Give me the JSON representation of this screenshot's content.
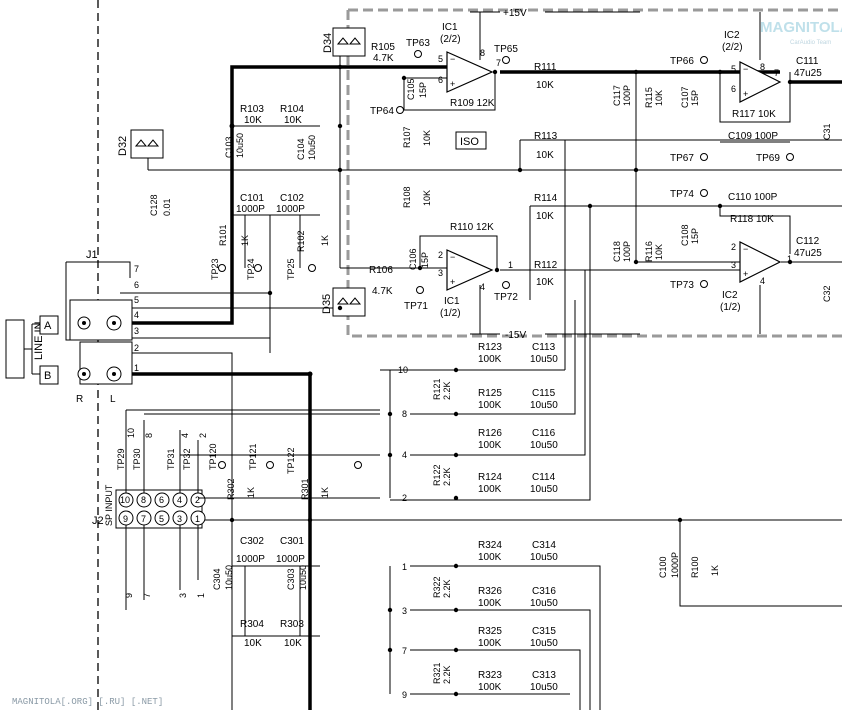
{
  "supply": {
    "pos": "+15V",
    "neg": "-15V"
  },
  "watermark": {
    "logo": "MAGNITOLA",
    "sub": "CarAudio Team",
    "footer": "MAGNITOLA[.ORG] [.RU] [.NET]"
  },
  "ic": {
    "ic1_top": [
      "IC1",
      "(2/2)"
    ],
    "ic1_bot": [
      "IC1",
      "(1/2)"
    ],
    "ic2_top": [
      "IC2",
      "(2/2)"
    ],
    "ic2_bot": [
      "IC2",
      "(1/2)"
    ],
    "pins": {
      "p5": "5",
      "p6": "6",
      "p7": "7",
      "p8": "8",
      "p2": "2",
      "p3": "3",
      "p1": "1",
      "p4": "4"
    }
  },
  "diodes": [
    "D34",
    "D32",
    "D35"
  ],
  "connectors": {
    "j1": "J1",
    "line_in": "LINE IN",
    "a": "A",
    "b": "B",
    "r": "R",
    "l": "L",
    "j1_pins": [
      "7",
      "6",
      "5",
      "4",
      "3",
      "2",
      "1"
    ],
    "j2": "J2",
    "sp_input": "SP INPUT",
    "j2_top": [
      "10",
      "8",
      "6",
      "4",
      "2"
    ],
    "j2_bot": [
      "9",
      "7",
      "5",
      "3",
      "1"
    ],
    "j2_top_lines": [
      "10",
      "8",
      "4",
      "2"
    ],
    "j2_bot_lines": [
      "9",
      "7",
      "3",
      "1"
    ]
  },
  "iso_label": "ISO",
  "components": {
    "R105": [
      "R105",
      "4.7K"
    ],
    "R106": [
      "R106",
      "4.7K"
    ],
    "R103": [
      "R103",
      "10K"
    ],
    "R104": [
      "R104",
      "10K"
    ],
    "C103": [
      "C103",
      "10u50"
    ],
    "C104": [
      "C104",
      "10u50"
    ],
    "C101": [
      "C101",
      "1000P"
    ],
    "C102": [
      "C102",
      "1000P"
    ],
    "R101": [
      "R101",
      "1K"
    ],
    "R102": [
      "R102",
      "1K"
    ],
    "C128": [
      "C128",
      "0.01"
    ],
    "C105": [
      "C105",
      "15P"
    ],
    "C106": [
      "C106",
      "15P"
    ],
    "R109": [
      "R109 12K"
    ],
    "R110": [
      "R110 12K"
    ],
    "R107": [
      "R107",
      "10K"
    ],
    "R108": [
      "R108",
      "10K"
    ],
    "R111": [
      "R111",
      "10K"
    ],
    "R112": [
      "R112",
      "10K"
    ],
    "R113": [
      "R113",
      "10K"
    ],
    "R114": [
      "R114",
      "10K"
    ],
    "C117": [
      "C117",
      "100P"
    ],
    "C118": [
      "C118",
      "100P"
    ],
    "R115": [
      "R115",
      "10K"
    ],
    "R116": [
      "R116",
      "10K"
    ],
    "C107": [
      "C107",
      "15P"
    ],
    "C108": [
      "C108",
      "15P"
    ],
    "R117": [
      "R117 10K"
    ],
    "R118": [
      "R118 10K"
    ],
    "C109": [
      "C109 100P"
    ],
    "C110": [
      "C110 100P"
    ],
    "C111": [
      "C111",
      "47u25"
    ],
    "C112": [
      "C112",
      "47u25"
    ],
    "C31": [
      "C31"
    ],
    "C32": [
      "C32"
    ],
    "R123": [
      "R123",
      "100K"
    ],
    "R125": [
      "R125",
      "100K"
    ],
    "R126": [
      "R126",
      "100K"
    ],
    "R124": [
      "R124",
      "100K"
    ],
    "C113": [
      "C113",
      "10u50"
    ],
    "C115": [
      "C115",
      "10u50"
    ],
    "C116": [
      "C116",
      "10u50"
    ],
    "C114": [
      "C114",
      "10u50"
    ],
    "R121": [
      "R121",
      "2.2K"
    ],
    "R122": [
      "R122",
      "2.2K"
    ],
    "R302": [
      "R302",
      "1K"
    ],
    "R301": [
      "R301",
      "1K"
    ],
    "C302": [
      "C302",
      "1000P"
    ],
    "C301": [
      "C301",
      "1000P"
    ],
    "C304": [
      "C304",
      "10u50"
    ],
    "C303": [
      "C303",
      "10u50"
    ],
    "R304": [
      "R304",
      "10K"
    ],
    "R303": [
      "R303",
      "10K"
    ],
    "R324": [
      "R324",
      "100K"
    ],
    "R326": [
      "R326",
      "100K"
    ],
    "R325": [
      "R325",
      "100K"
    ],
    "R323": [
      "R323",
      "100K"
    ],
    "C314": [
      "C314",
      "10u50"
    ],
    "C316": [
      "C316",
      "10u50"
    ],
    "C315": [
      "C315",
      "10u50"
    ],
    "C313": [
      "C313",
      "10u50"
    ],
    "R322": [
      "R322",
      "2.2K"
    ],
    "R321": [
      "R321",
      "2.2K"
    ],
    "C100": [
      "C100",
      "1000P"
    ],
    "R100": [
      "R100",
      "1K"
    ]
  },
  "testpoints": [
    "TP63",
    "TP64",
    "TP65",
    "TP66",
    "TP67",
    "TP69",
    "TP71",
    "TP72",
    "TP73",
    "TP74",
    "TP23",
    "TP24",
    "TP25",
    "TP120",
    "TP121",
    "TP122",
    "TP29",
    "TP30",
    "TP31",
    "TP32"
  ],
  "bus_upper": [
    "10",
    "8",
    "4",
    "2"
  ],
  "bus_lower": [
    "1",
    "3",
    "7",
    "9"
  ],
  "plus": "+"
}
